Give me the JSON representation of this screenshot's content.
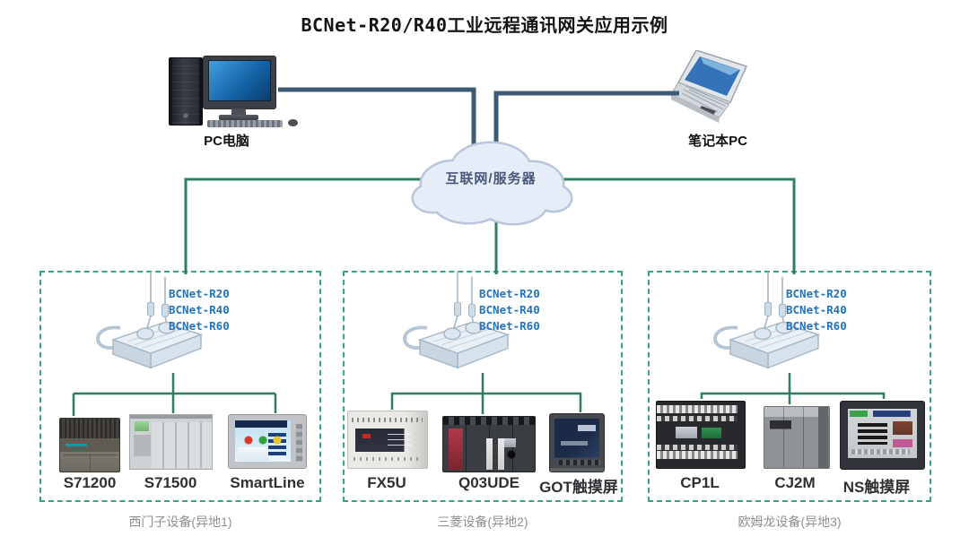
{
  "title": "BCNet-R20/R40工业远程通讯网关应用示例",
  "nodes": {
    "pc_label": "PC电脑",
    "laptop_label": "笔记本PC",
    "cloud_label": "互联网/服务器"
  },
  "gateway_labels": [
    "BCNet-R20",
    "BCNet-R40",
    "BCNet-R60"
  ],
  "groups": [
    {
      "vendor": "siemens",
      "caption": "西门子设备(异地1)",
      "devices": [
        {
          "name": "S71200"
        },
        {
          "name": "S71500"
        },
        {
          "name": "SmartLine"
        }
      ]
    },
    {
      "vendor": "mitsubishi",
      "caption": "三菱设备(异地2)",
      "devices": [
        {
          "name": "FX5U"
        },
        {
          "name": "Q03UDE"
        },
        {
          "name": "GOT触摸屏"
        }
      ]
    },
    {
      "vendor": "omron",
      "caption": "欧姆龙设备(异地3)",
      "devices": [
        {
          "name": "CP1L"
        },
        {
          "name": "CJ2M"
        },
        {
          "name": "NS触摸屏"
        }
      ]
    }
  ],
  "colors": {
    "link_dark": "#3d5a74",
    "link_green": "#2f7e60",
    "box_border": "#36a287",
    "gateway_text": "#2273bd",
    "caption_text": "#8f8f8f"
  }
}
